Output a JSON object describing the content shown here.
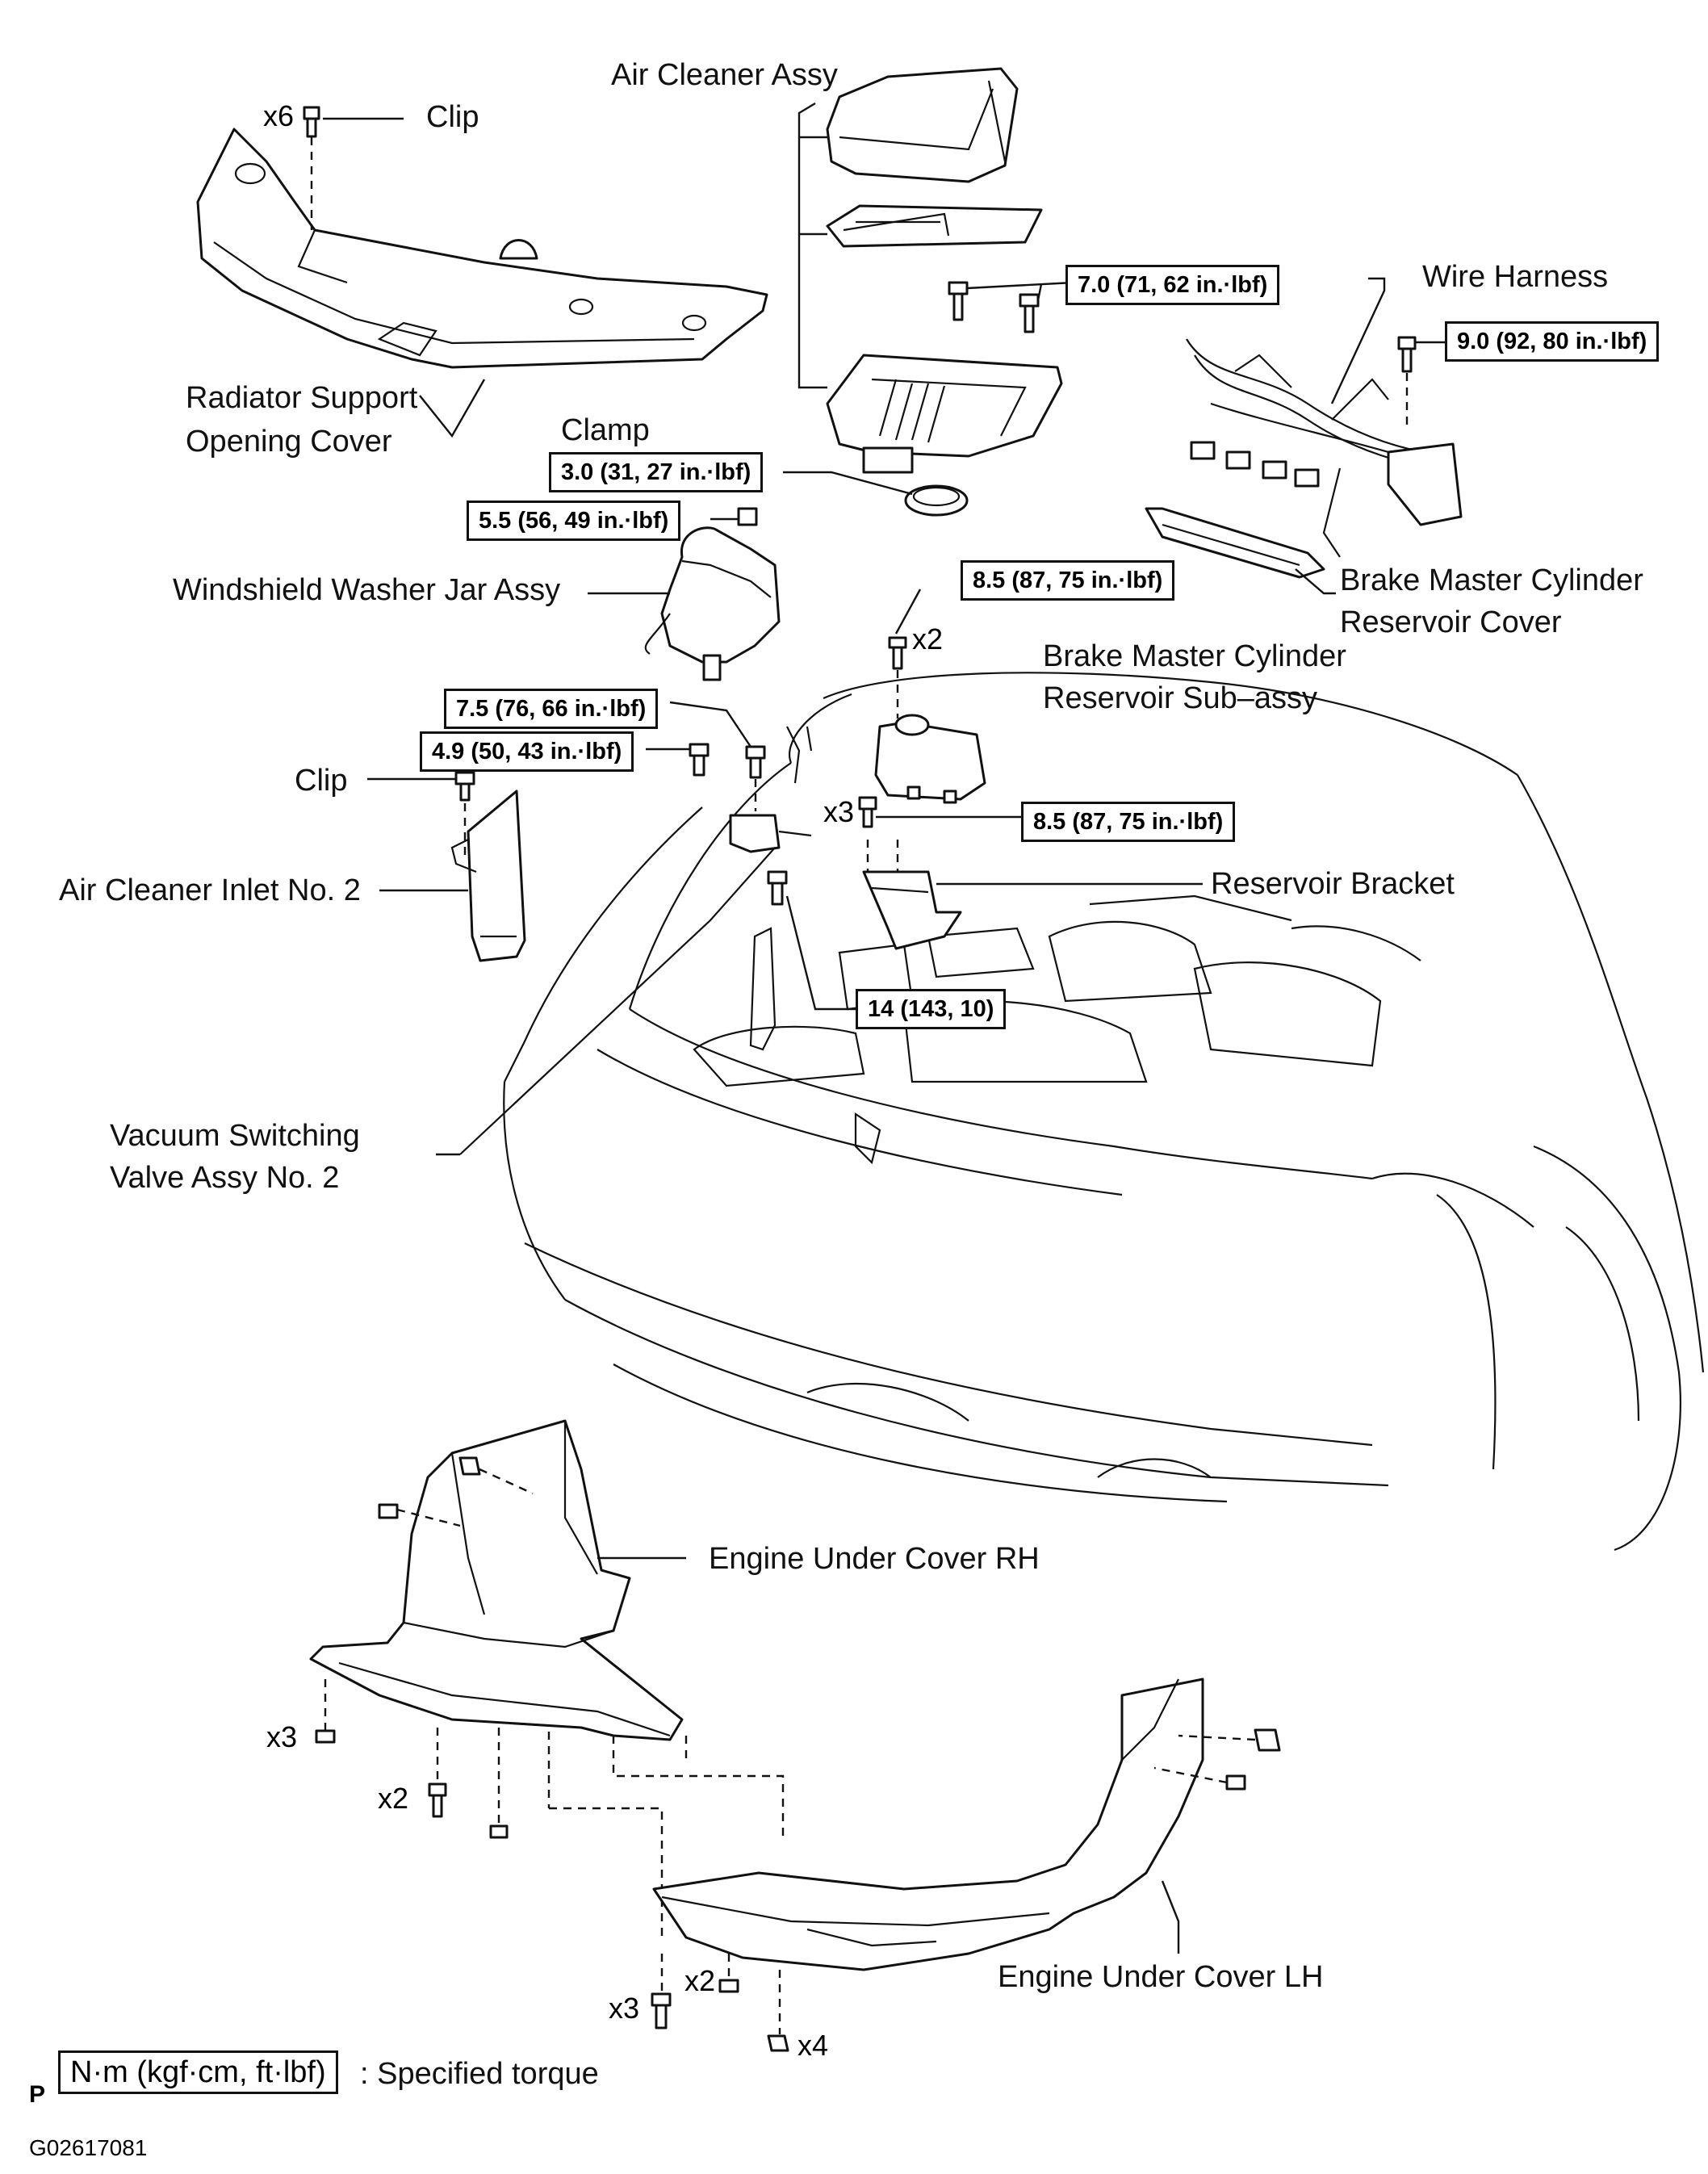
{
  "labels": {
    "air_cleaner": "Air Cleaner Assy",
    "clip_top": "Clip",
    "wire_harness": "Wire Harness",
    "radiator_1": "Radiator Support",
    "radiator_2": "Opening Cover",
    "clamp": "Clamp",
    "washer_jar": "Windshield Washer Jar Assy",
    "brake_cover_1": "Brake Master Cylinder",
    "brake_cover_2": "Reservoir Cover",
    "brake_res_1": "Brake Master Cylinder",
    "brake_res_2": "Reservoir Sub–assy",
    "clip_mid": "Clip",
    "air_inlet": "Air Cleaner Inlet No. 2",
    "reservoir_bracket": "Reservoir Bracket",
    "vsv_1": "Vacuum Switching",
    "vsv_2": "Valve Assy No. 2",
    "under_rh": "Engine Under Cover RH",
    "under_lh": "Engine Under Cover LH"
  },
  "torques": {
    "t_air": "7.0 (71, 62 in.·lbf)",
    "t_harness": "9.0 (92, 80 in.·lbf)",
    "t_clamp": "3.0 (31, 27 in.·lbf)",
    "t_washer": "5.5 (56, 49 in.·lbf)",
    "t_res_top": "8.5 (87, 75 in.·lbf)",
    "t_vsv": "7.5 (76, 66 in.·lbf)",
    "t_inlet": "4.9 (50, 43 in.·lbf)",
    "t_res_bracket": "8.5 (87, 75 in.·lbf)",
    "t_bracket": "14 (143, 10)"
  },
  "quantities": {
    "q_clip": "x6",
    "q_res_top": "x2",
    "q_bracket": "x3",
    "q_rh_a": "x3",
    "q_rh_b": "x2",
    "q_lh_a": "x3",
    "q_lh_b": "x2",
    "q_lh_c": "x4"
  },
  "legend": {
    "box": "N·m (kgf·cm, ft·lbf)",
    "text": ": Specified torque",
    "marker": "P"
  },
  "figure_code": "G02617081"
}
